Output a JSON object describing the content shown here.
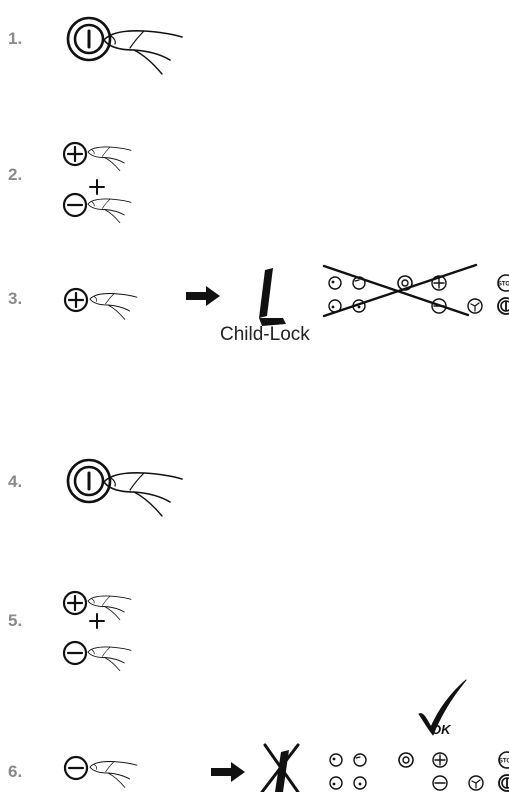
{
  "steps": [
    {
      "number": "1.",
      "action": "power-button"
    },
    {
      "number": "2.",
      "action": "plus-and-minus"
    },
    {
      "number": "3.",
      "action": "plus",
      "result_label": "Child-Lock"
    },
    {
      "number": "4.",
      "action": "power-button"
    },
    {
      "number": "5.",
      "action": "plus-and-minus"
    },
    {
      "number": "6.",
      "action": "minus",
      "result_label": "OK"
    }
  ],
  "colors": {
    "ink": "#111111",
    "step_number": "#8a8a8a"
  }
}
